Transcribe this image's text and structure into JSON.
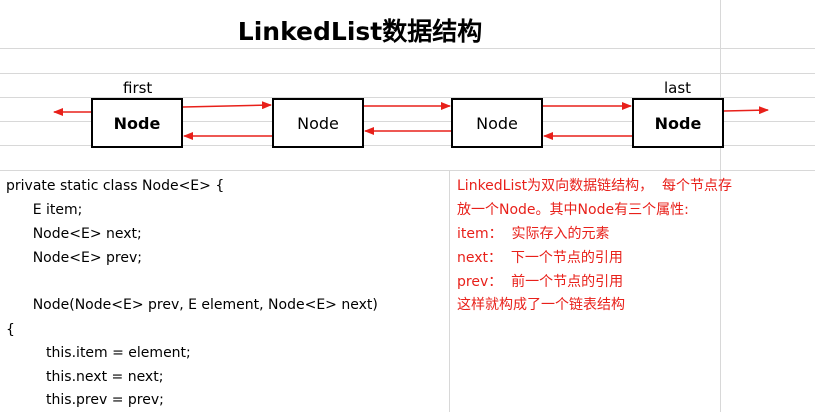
{
  "title": "LinkedList数据结构",
  "labels": {
    "first": "first",
    "last": "last"
  },
  "nodes": [
    {
      "label": "Node",
      "bold": true
    },
    {
      "label": "Node",
      "bold": false
    },
    {
      "label": "Node",
      "bold": false
    },
    {
      "label": "Node",
      "bold": true
    }
  ],
  "code_lines": [
    "private static class Node<E> {",
    "      E item;",
    "      Node<E> next;",
    "      Node<E> prev;",
    "",
    "      Node(Node<E> prev, E element, Node<E> next)",
    "{",
    "         this.item = element;",
    "         this.next = next;",
    "         this.prev = prev;"
  ],
  "description_lines": [
    "LinkedList为双向数据链结构，  每个节点存",
    "放一个Node。其中Node有三个属性:",
    "item：  实际存入的元素",
    "next：  下一个节点的引用",
    "prev：  前一个节点的引用",
    "这样就构成了一个链表结构"
  ],
  "colors": {
    "arrow": "#e8201a",
    "description_text": "#e8201a",
    "grid": "#d8d8d8"
  }
}
